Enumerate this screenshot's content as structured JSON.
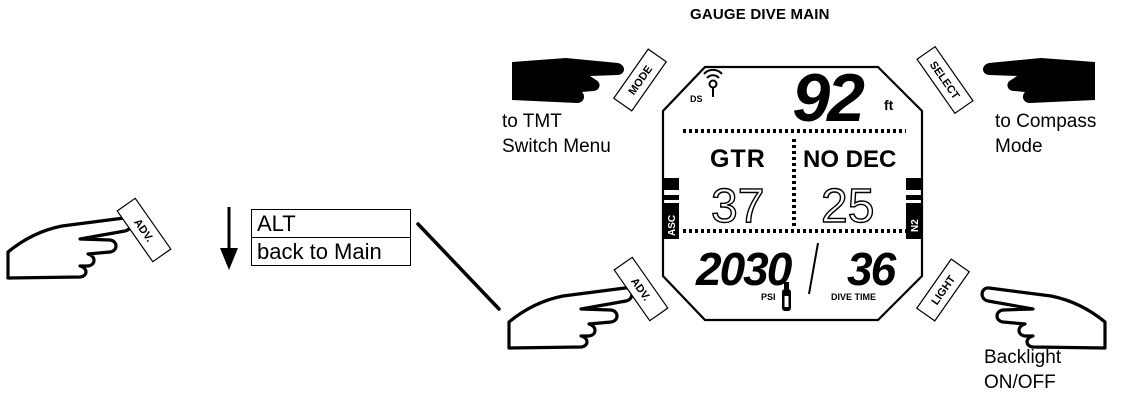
{
  "title": "GAUGE DIVE MAIN",
  "buttons": {
    "mode": "MODE",
    "select": "SELECT",
    "adv": "ADV.",
    "light": "LIGHT"
  },
  "captions": {
    "mode": "to TMT\nSwitch Menu",
    "select": "to Compass\nMode",
    "light": "Backlight\nON/OFF"
  },
  "menu": {
    "items": [
      "ALT",
      "back to Main"
    ]
  },
  "display": {
    "ds_label": "DS",
    "depth": "92",
    "depth_unit": "ft",
    "gtr_label": "GTR",
    "gtr_value": "37",
    "nodec_label": "NO DEC",
    "nodec_value": "25",
    "asc_label": "ASC",
    "n2_label": "N2",
    "pressure": "2030",
    "pressure_unit": "PSI",
    "dive_time": "36",
    "dive_time_label": "DIVE TIME"
  }
}
